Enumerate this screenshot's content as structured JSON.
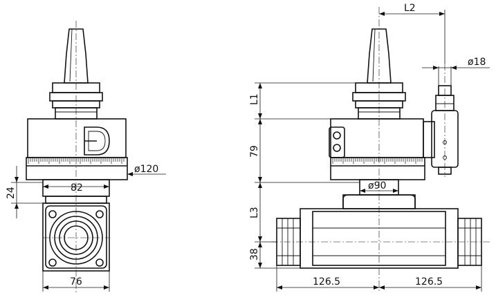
{
  "drawing": {
    "left_view": {
      "dimensions": {
        "diameter_120": "ø120",
        "width_82": "82",
        "height_24": "24",
        "width_76": "76"
      }
    },
    "side_view": {
      "dimensions": {
        "l2": "L2",
        "diameter_18": "ø18",
        "l1": "L1",
        "height_79": "79",
        "diameter_90": "ø90",
        "l3": "L3",
        "height_38": "38",
        "length_left": "126.5",
        "length_right": "126.5"
      }
    }
  }
}
